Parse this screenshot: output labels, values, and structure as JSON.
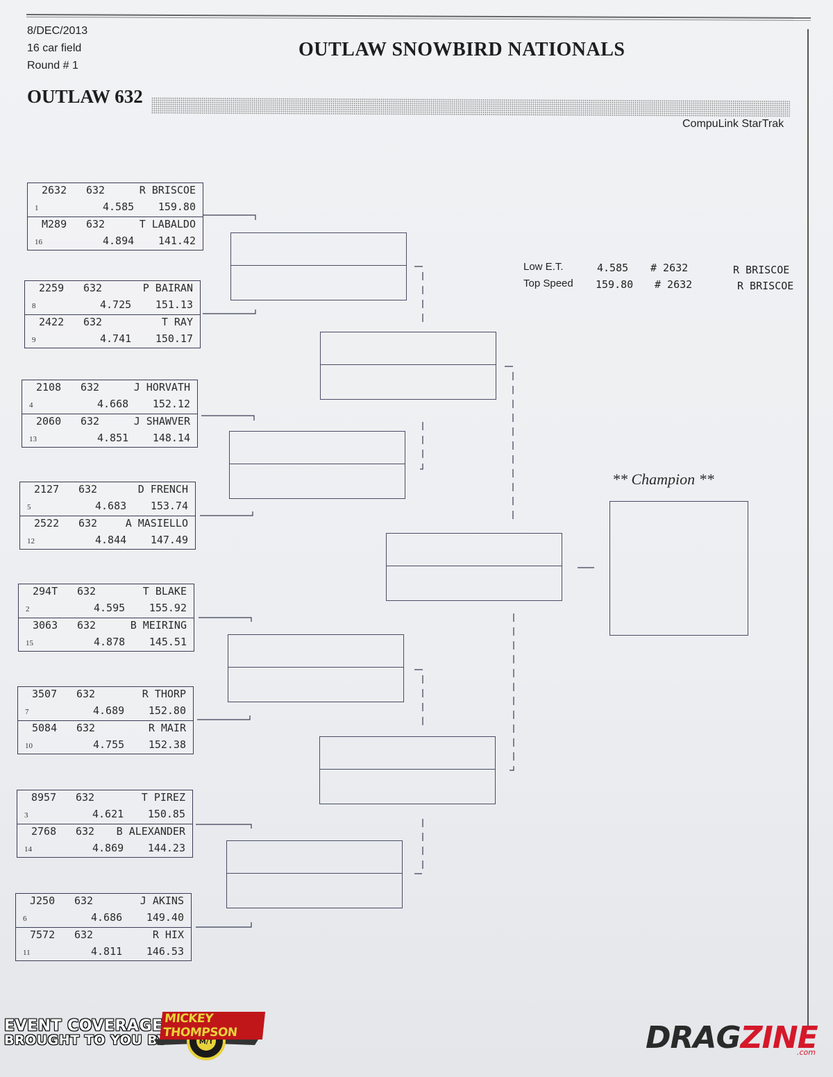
{
  "header": {
    "date": "8/DEC/2013",
    "field": "16 car field",
    "round": "Round # 1",
    "event_title": "OUTLAW SNOWBIRD NATIONALS",
    "class_name": "OUTLAW 632",
    "brand": "CompuLink StarTrak"
  },
  "entries": [
    {
      "car": "2632",
      "cls": "632",
      "driver": "R BRISCOE",
      "et": "4.585",
      "mph": "159.80",
      "seed": "1"
    },
    {
      "car": "M289",
      "cls": "632",
      "driver": "T LABALDO",
      "et": "4.894",
      "mph": "141.42",
      "seed": "16"
    },
    {
      "car": "2259",
      "cls": "632",
      "driver": "P BAIRAN",
      "et": "4.725",
      "mph": "151.13",
      "seed": "8"
    },
    {
      "car": "2422",
      "cls": "632",
      "driver": "T RAY",
      "et": "4.741",
      "mph": "150.17",
      "seed": "9"
    },
    {
      "car": "2108",
      "cls": "632",
      "driver": "J HORVATH",
      "et": "4.668",
      "mph": "152.12",
      "seed": "4"
    },
    {
      "car": "2060",
      "cls": "632",
      "driver": "J SHAWVER",
      "et": "4.851",
      "mph": "148.14",
      "seed": "13"
    },
    {
      "car": "2127",
      "cls": "632",
      "driver": "D FRENCH",
      "et": "4.683",
      "mph": "153.74",
      "seed": "5"
    },
    {
      "car": "2522",
      "cls": "632",
      "driver": "A MASIELLO",
      "et": "4.844",
      "mph": "147.49",
      "seed": "12"
    },
    {
      "car": "294T",
      "cls": "632",
      "driver": "T BLAKE",
      "et": "4.595",
      "mph": "155.92",
      "seed": "2"
    },
    {
      "car": "3063",
      "cls": "632",
      "driver": "B MEIRING",
      "et": "4.878",
      "mph": "145.51",
      "seed": "15"
    },
    {
      "car": "3507",
      "cls": "632",
      "driver": "R THORP",
      "et": "4.689",
      "mph": "152.80",
      "seed": "7"
    },
    {
      "car": "5084",
      "cls": "632",
      "driver": "R MAIR",
      "et": "4.755",
      "mph": "152.38",
      "seed": "10"
    },
    {
      "car": "8957",
      "cls": "632",
      "driver": "T PIREZ",
      "et": "4.621",
      "mph": "150.85",
      "seed": "3"
    },
    {
      "car": "2768",
      "cls": "632",
      "driver": "B ALEXANDER",
      "et": "4.869",
      "mph": "144.23",
      "seed": "14"
    },
    {
      "car": "J250",
      "cls": "632",
      "driver": "J AKINS",
      "et": "4.686",
      "mph": "149.40",
      "seed": "6"
    },
    {
      "car": "7572",
      "cls": "632",
      "driver": "R HIX",
      "et": "4.811",
      "mph": "146.53",
      "seed": "11"
    }
  ],
  "stats": {
    "low_et_label": "Low   E.T.",
    "low_et_value": "4.585",
    "low_et_car": "# 2632",
    "low_et_driver": "R BRISCOE",
    "top_speed_label": "Top Speed",
    "top_speed_value": "159.80",
    "top_speed_car": "# 2632",
    "top_speed_driver": "R BRISCOE"
  },
  "champion_label": "** Champion **",
  "footer": {
    "coverage_line1": "EVENT COVERAGE",
    "coverage_line2": "BROUGHT TO YOU BY",
    "sponsor_logo": "MICKEY THOMPSON",
    "site_logo_drag": "DRAG",
    "site_logo_zine": "ZINE",
    "site_logo_com": ".com"
  }
}
